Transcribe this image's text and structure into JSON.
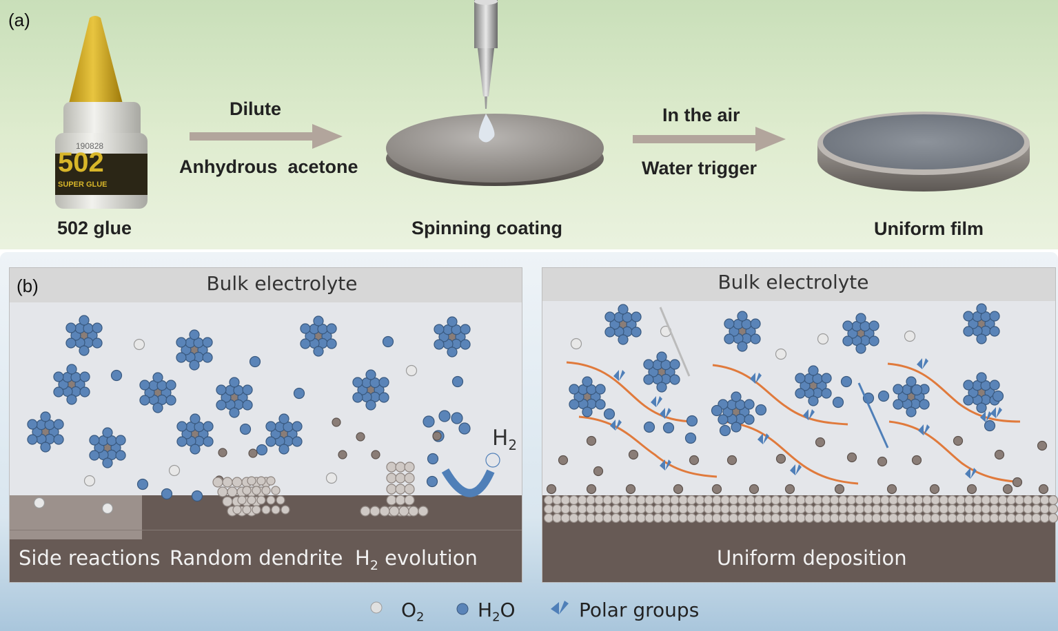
{
  "panel_a": {
    "label": "(a)",
    "arrow1_top": "Dilute",
    "arrow1_bottom": "Anhydrous  acetone",
    "arrow2_top": "In the air",
    "arrow2_bottom": "Water trigger",
    "step1": "502 glue",
    "step2": "Spinning coating",
    "step3": "Uniform film",
    "bottle_text_main": "502",
    "bottle_text_sub": "SUPER GLUE",
    "bottle_text_code": "190828"
  },
  "panel_b": {
    "label": "(b)",
    "left_header": "Bulk electrolyte",
    "right_header": "Bulk electrolyte",
    "left_foot1": "Side reactions",
    "left_foot2": "Random dendrite",
    "left_foot3_pre": "H",
    "left_foot3_sub": "2",
    "left_foot3_post": " evolution",
    "right_foot": "Uniform deposition",
    "h2_main": "H",
    "h2_sub": "2"
  },
  "legend": {
    "o2_main": "O",
    "o2_sub": "2",
    "h2o_pre": "H",
    "h2o_sub": "2",
    "h2o_post": "O",
    "polar": "Polar groups"
  },
  "colors": {
    "water": "#5a84b8",
    "zinc": "#8a7d77",
    "oxygen": "#e8e8e8",
    "polymer": "#e07a3c",
    "electrode": "#675a55"
  }
}
